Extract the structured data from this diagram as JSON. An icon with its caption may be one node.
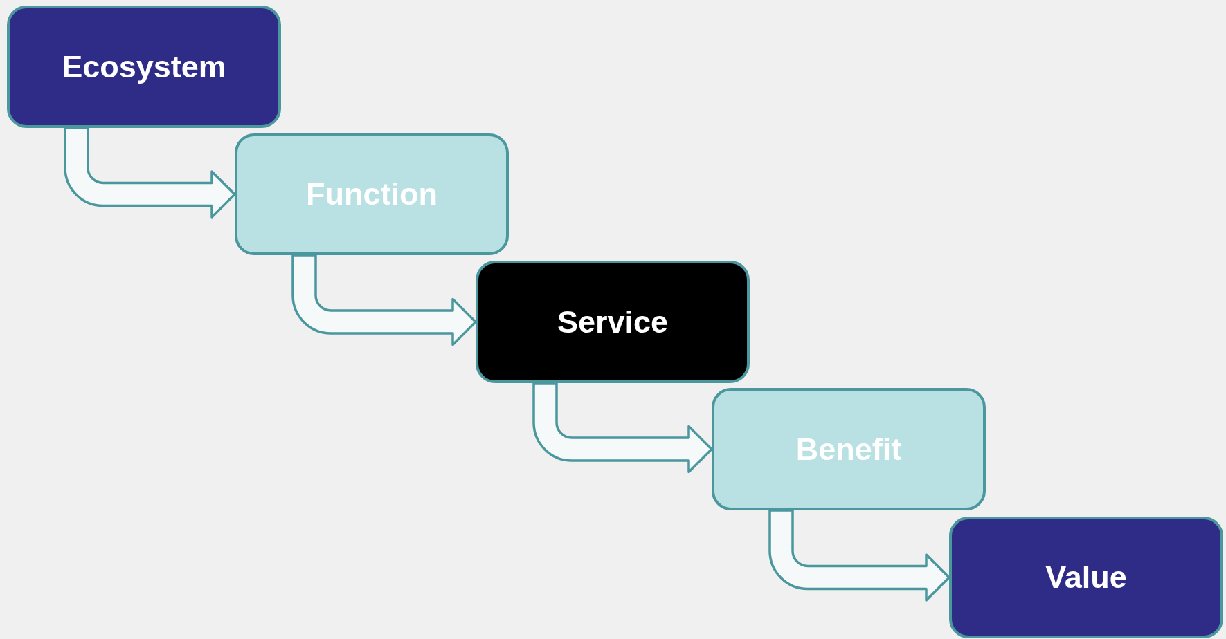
{
  "diagram": {
    "nodes": [
      {
        "text": [
          "Ecosystem"
        ]
      },
      {
        "text": [
          "Function"
        ]
      },
      {
        "text": [
          "Service"
        ]
      },
      {
        "text": [
          "Benefit"
        ]
      },
      {
        "text": [
          "Value"
        ]
      }
    ],
    "edges": [
      {
        "from": 0,
        "to": 1,
        "arrow": "to"
      },
      {
        "from": 1,
        "to": 2,
        "arrow": "to"
      },
      {
        "from": 2,
        "to": 3,
        "arrow": "to"
      },
      {
        "from": 3,
        "to": 4,
        "arrow": "to"
      }
    ]
  }
}
